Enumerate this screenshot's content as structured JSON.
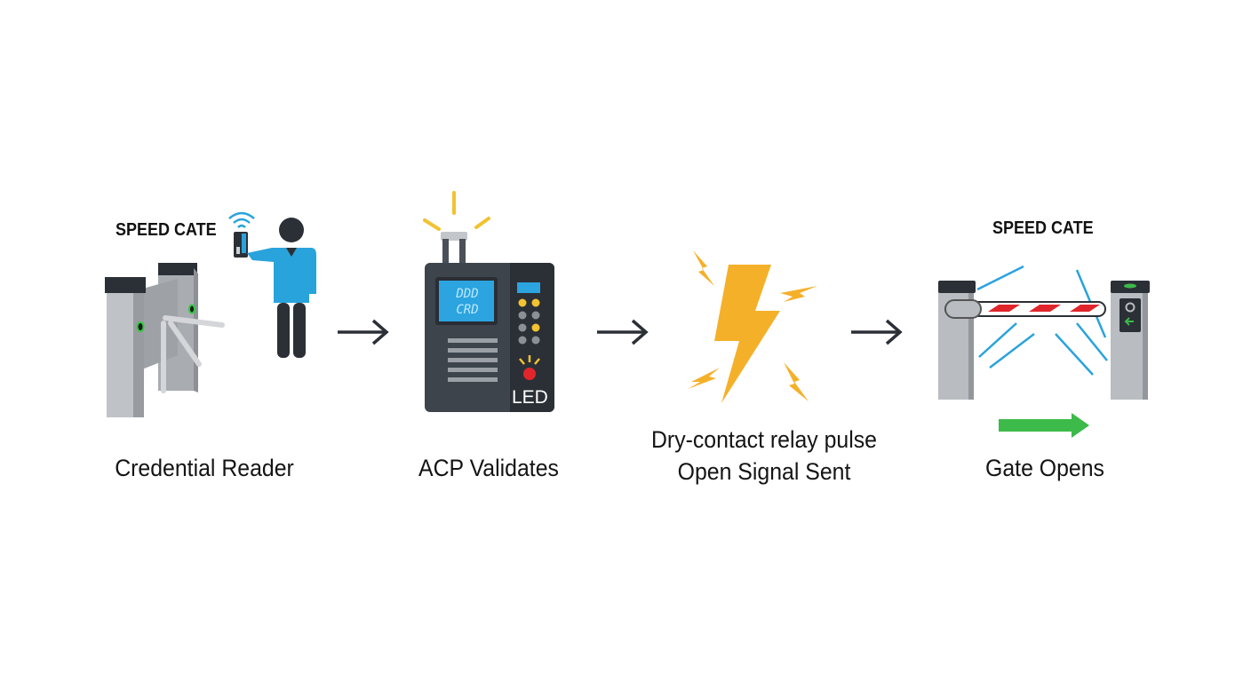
{
  "diagram": {
    "steps": [
      {
        "id": "credential-reader",
        "label": "Credential Reader",
        "sign": "SPEED CATE",
        "icons": [
          "tripod-turnstile-icon",
          "person-icon",
          "phone-credential-icon",
          "wifi-signal-icon"
        ]
      },
      {
        "id": "acp-validates",
        "label": "ACP Validates",
        "screen_text": [
          "DDD",
          "CRD"
        ],
        "led_label": "LED",
        "icons": [
          "access-control-panel-icon",
          "antenna-icon",
          "keypad-icon",
          "led-indicator-icon"
        ]
      },
      {
        "id": "relay-pulse",
        "label_line1": "Dry-contact relay pulse",
        "label_line2": "Open Signal Sent",
        "icons": [
          "lightning-bolt-icon",
          "spark-icon"
        ]
      },
      {
        "id": "gate-opens",
        "label": "Gate Opens",
        "sign": "SPEED CATE",
        "icons": [
          "barrier-gate-icon",
          "green-arrow-icon",
          "sensor-beam-icon"
        ]
      }
    ],
    "connectors": [
      "arrow-right",
      "arrow-right",
      "arrow-right"
    ],
    "colors": {
      "dark": "#2b2f36",
      "steel": "#b9bcc0",
      "accent_blue": "#29a3dc",
      "bolt_yellow": "#f5b02a",
      "go_green": "#3cba4a",
      "stop_red": "#e0262b"
    }
  }
}
